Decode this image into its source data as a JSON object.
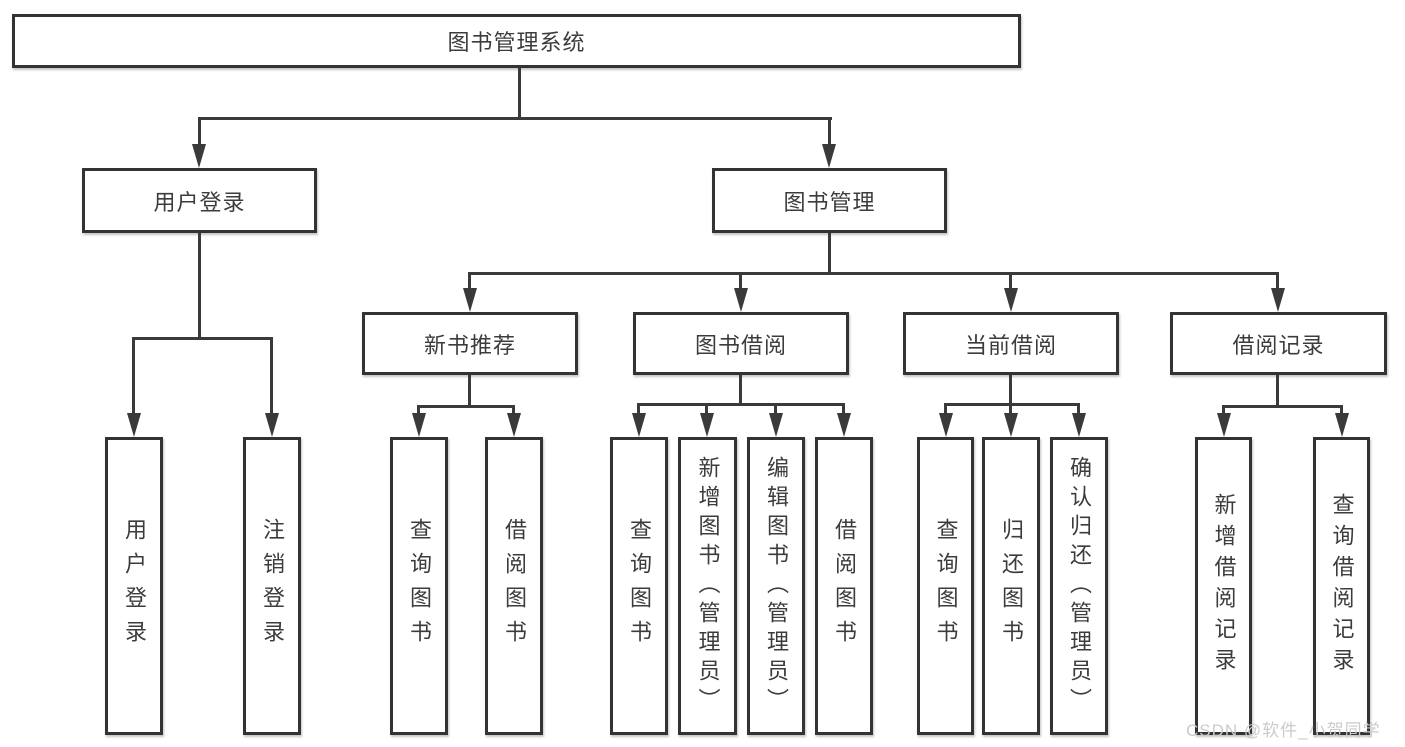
{
  "diagram": {
    "root": {
      "label": "图书管理系统"
    },
    "level2": [
      {
        "id": "user-login",
        "label": "用户登录"
      },
      {
        "id": "book-management",
        "label": "图书管理"
      }
    ],
    "level3": [
      {
        "id": "new-book-recommendation",
        "label": "新书推荐",
        "parent": "book-management"
      },
      {
        "id": "book-borrowing",
        "label": "图书借阅",
        "parent": "book-management"
      },
      {
        "id": "current-borrowing",
        "label": "当前借阅",
        "parent": "book-management"
      },
      {
        "id": "borrowing-records",
        "label": "借阅记录",
        "parent": "book-management"
      }
    ],
    "leaves": [
      {
        "group": "user-login",
        "label": "用户登录"
      },
      {
        "group": "user-login",
        "label": "注销登录"
      },
      {
        "group": "new-book-recommendation",
        "label": "查询图书"
      },
      {
        "group": "new-book-recommendation",
        "label": "借阅图书"
      },
      {
        "group": "book-borrowing",
        "label": "查询图书"
      },
      {
        "group": "book-borrowing",
        "label": "新增图书（管理员）"
      },
      {
        "group": "book-borrowing",
        "label": "编辑图书（管理员）"
      },
      {
        "group": "book-borrowing",
        "label": "借阅图书"
      },
      {
        "group": "current-borrowing",
        "label": "查询图书"
      },
      {
        "group": "current-borrowing",
        "label": "归还图书"
      },
      {
        "group": "current-borrowing",
        "label": "确认归还（管理员）"
      },
      {
        "group": "borrowing-records",
        "label": "新增借阅记录"
      },
      {
        "group": "borrowing-records",
        "label": "查询借阅记录"
      }
    ]
  },
  "watermark": "CSDN @软件_小贺同学",
  "colors": {
    "background": "#ffffff",
    "box_border": "#333333",
    "line": "#3a3a3a",
    "text": "#3c3c3c",
    "watermark": "#cbcbcb"
  }
}
